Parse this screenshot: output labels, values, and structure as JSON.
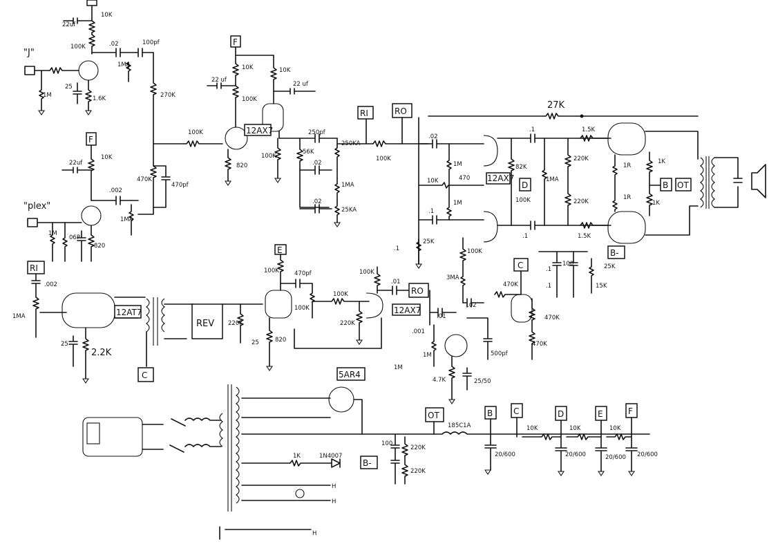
{
  "connectors": {
    "F": "F",
    "E": "E",
    "C": "C",
    "B": "B",
    "D": "D",
    "RI": "RI",
    "RO": "RO",
    "OT": "OT",
    "Bminus": "B-"
  },
  "inputs": {
    "jazz": "\"J\"",
    "plex": "\"plex\""
  },
  "tubes": {
    "v1": "12AX7",
    "v_pi": "12AX7",
    "v_rev_drive": "12AT7",
    "v_rev_rec": "12AX7",
    "rect": "5AR4"
  },
  "blocks": {
    "rev": "REV"
  },
  "heater": {
    "label": "H"
  },
  "values": {
    "c22uf": "22uf",
    "c22uf_b": "22 uf",
    "r10k": "10K",
    "r100k": "100K",
    "c02": ".02",
    "c100pf": "100pf",
    "r1ma": "1MA",
    "r1m": "1M",
    "c25": "25",
    "r1_6k": "1.6K",
    "r270k": "270K",
    "c002": ".002",
    "r470k": "470K",
    "c470pf": "470pf",
    "r820": "820",
    "c06p": "06P",
    "c250pf": "250pf",
    "r56k": "56K",
    "r250ka": "250KA",
    "r25ka": "25KA",
    "r25k": "25K",
    "c1": ".1",
    "r470": "470",
    "r82k": "82K",
    "r220k": "220K",
    "r27k": "27K",
    "r1_5k": "1.5K",
    "r1r": "1R",
    "r1k": "1K",
    "r3ma": "3MA",
    "c01": ".01",
    "c001": ".001",
    "r4_7k": "4.7K",
    "c25_50": "25/50",
    "c500pf": "500pf",
    "r15k": "15K",
    "c100": "100",
    "r2_2k": "2.2K",
    "c20_600": "20/600",
    "choke": "185C1A",
    "diode": "1N4007"
  }
}
